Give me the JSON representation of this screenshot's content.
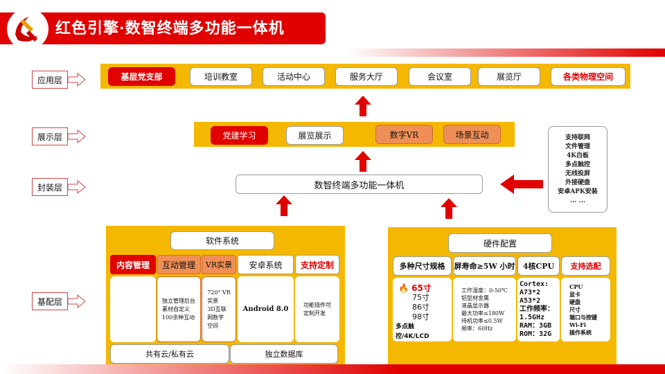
{
  "header": {
    "title": "红色引擎·数智终端多功能一体机"
  },
  "layers": {
    "application": "应用层",
    "display": "展示层",
    "package": "封装层",
    "base": "基配层"
  },
  "application_items": [
    "基层党支部",
    "培训教室",
    "活动中心",
    "服务大厅",
    "会议室",
    "展览厅",
    "各类物理空间"
  ],
  "display_items": [
    "党建学习",
    "展览展示",
    "数字VR",
    "场景互动"
  ],
  "package_box": "数智终端多功能一体机",
  "features": [
    "支持联网",
    "文件管理",
    "4K白板",
    "多点触控",
    "无线投屏",
    "外接硬盘",
    "安卓APK安装",
    "... ..."
  ],
  "software": {
    "title": "软件系统",
    "tabs": [
      "内容管理",
      "互动管理",
      "VR实景",
      "安卓系统",
      "支持定制"
    ],
    "cells": [
      "独立管理后台\n素材自定义",
      "独立管理后台\n素材自定义\n100余种互动",
      "720° VR\n实景\n3D互联\n网数字\n空间",
      "Android 8.0",
      "功能插件可\n定制开发"
    ],
    "bottom": [
      "共有云/私有云",
      "独立数据库"
    ]
  },
  "hardware": {
    "title": "硬件配置",
    "tabs": [
      "多种尺寸规格",
      "屏寿命≥5W 小时",
      "4核CPU",
      "支持选配"
    ],
    "sizes": [
      "65寸",
      "75寸",
      "86寸",
      "98寸"
    ],
    "sizes_note": "多点触控/4K/LCD",
    "screen_specs": "工作温度：0-50℃\n铝型材金属\n液晶显示器\n最大功率≤180W\n待机功率≤0.5W\n频率：60Hz",
    "cpu_specs": "Cortex:\nA73*2\nA53*2\n工作频率：\n1.5GHz\nRAM：3GB\nROM：32G",
    "options": "CPU\n显卡\n硬盘\n尺寸\n端口与按键\nWi-Fi\n操作系统"
  },
  "colors": {
    "brand_red": "#e10000",
    "gold": "#f5b800",
    "orange": "#ef8f57"
  }
}
